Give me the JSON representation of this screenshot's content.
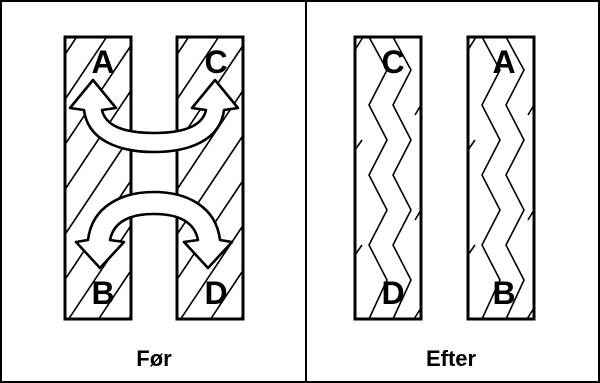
{
  "panels": {
    "before": {
      "caption": "Før",
      "positions": {
        "front_left": "A",
        "front_right": "C",
        "rear_left": "B",
        "rear_right": "D"
      }
    },
    "after": {
      "caption": "Efter",
      "positions": {
        "front_left": "C",
        "front_right": "A",
        "rear_left": "D",
        "rear_right": "B"
      }
    }
  },
  "icons": {
    "upper_arrow": "double-headed-curved-arrow-up",
    "lower_arrow": "double-headed-curved-arrow-down"
  }
}
